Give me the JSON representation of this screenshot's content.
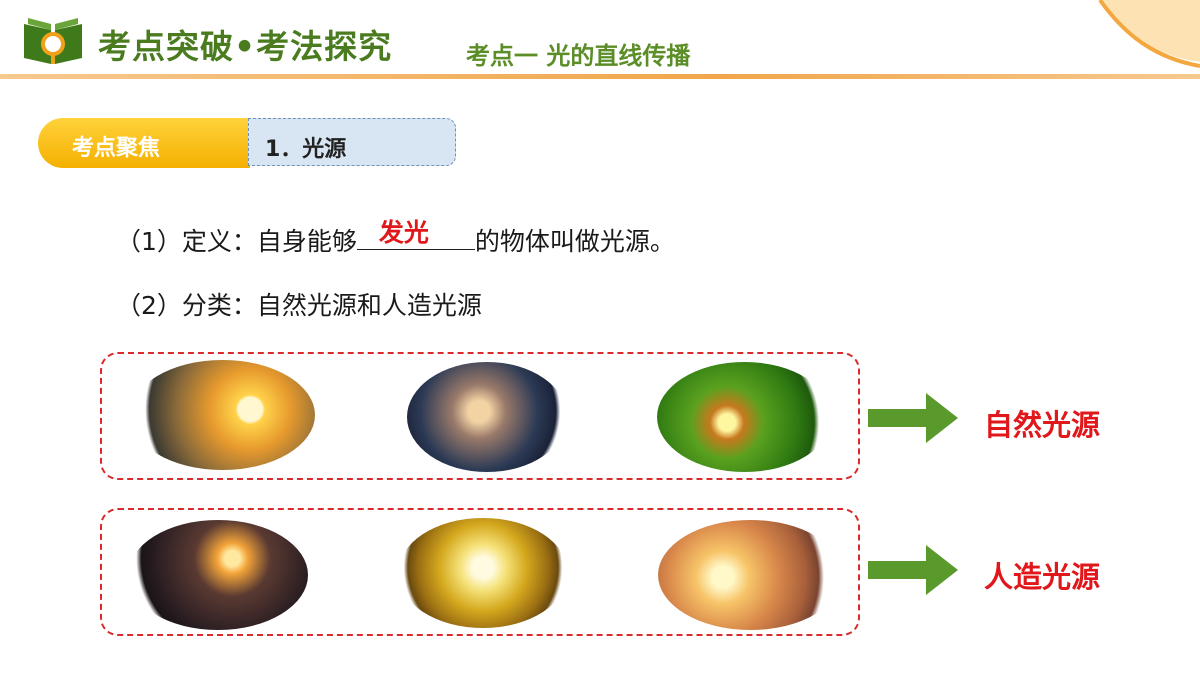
{
  "header": {
    "title": "考点突破•考法探究",
    "subtitle": "考点一  光的直线传播"
  },
  "focus_tag": {
    "label": "考点聚焦",
    "topic": "1．光源"
  },
  "content": {
    "definition_prefix": "（1）定义：自身能够",
    "definition_answer": "发光",
    "definition_suffix": "的物体叫做光源。",
    "classification": "（2）分类：自然光源和人造光源"
  },
  "categories": {
    "natural": "自然光源",
    "artificial": "人造光源"
  },
  "colors": {
    "title_green": "#4a7c1f",
    "accent_red": "#e0181b",
    "tag_yellow": "#f5b000",
    "arrow_green": "#5a9a2d"
  }
}
